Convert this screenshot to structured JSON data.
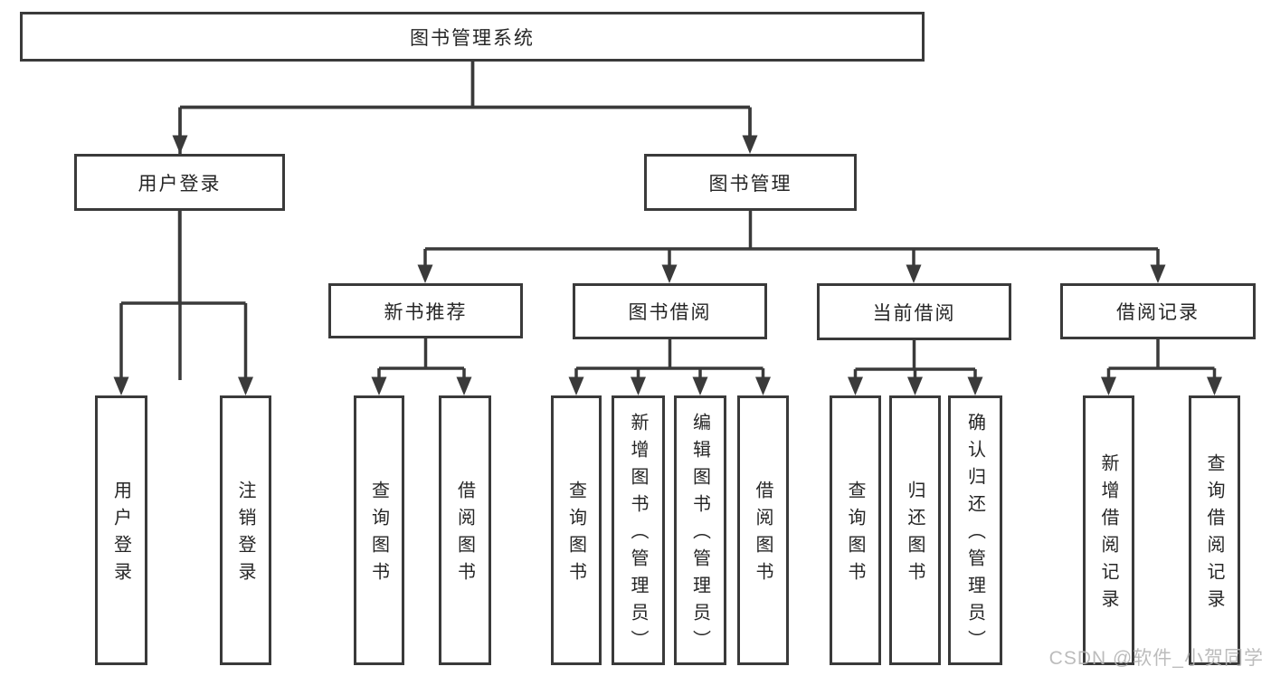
{
  "diagram": {
    "type": "hierarchy-tree",
    "watermark": "CSDN @软件_小贺同学",
    "colors": {
      "line": "#3a3a3a",
      "text": "#262626",
      "background": "#ffffff",
      "watermark": "#b5b5b5"
    },
    "tree": {
      "label": "图书管理系统",
      "children": [
        {
          "label": "用户登录",
          "children": [
            {
              "label": "用户登录"
            },
            {
              "label": "注销登录"
            }
          ]
        },
        {
          "label": "图书管理",
          "children": [
            {
              "label": "新书推荐",
              "children": [
                {
                  "label": "查询图书"
                },
                {
                  "label": "借阅图书"
                }
              ]
            },
            {
              "label": "图书借阅",
              "children": [
                {
                  "label": "查询图书"
                },
                {
                  "label": "新增图书（管理员）"
                },
                {
                  "label": "编辑图书（管理员）"
                },
                {
                  "label": "借阅图书"
                }
              ]
            },
            {
              "label": "当前借阅",
              "children": [
                {
                  "label": "查询图书"
                },
                {
                  "label": "归还图书"
                },
                {
                  "label": "确认归还（管理员）"
                }
              ]
            },
            {
              "label": "借阅记录",
              "children": [
                {
                  "label": "新增借阅记录"
                },
                {
                  "label": "查询借阅记录"
                }
              ]
            }
          ]
        }
      ]
    }
  }
}
